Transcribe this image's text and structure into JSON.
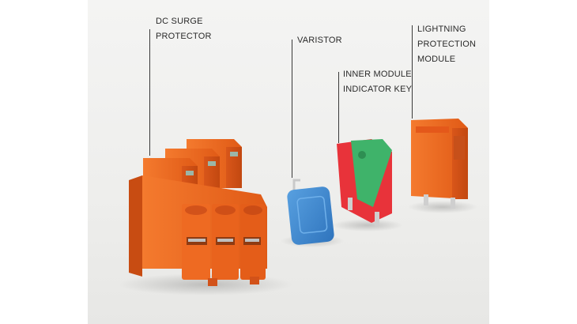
{
  "labels": {
    "dc_surge_protector": [
      "DC SURGE",
      "PROTECTOR"
    ],
    "varistor": [
      "VARISTOR"
    ],
    "inner_module_indicator_key": [
      "INNER MODULE",
      "INDICATOR KEY"
    ],
    "lightning_protection_module": [
      "LIGHTNING",
      "PROTECTION",
      "MODULE"
    ]
  },
  "colors": {
    "housing_orange": "#f06a22",
    "varistor_blue": "#3b86d0",
    "indicator_green": "#3fb36a",
    "indicator_red": "#e8333a"
  }
}
